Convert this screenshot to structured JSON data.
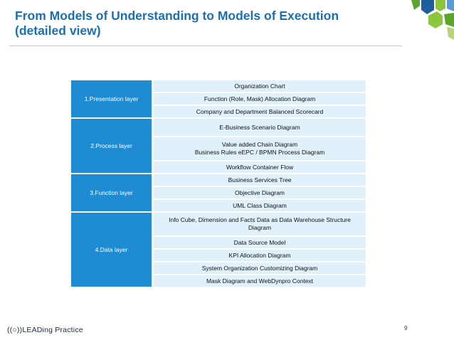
{
  "slide": {
    "title_line1": "From Models of Understanding to Models of Execution",
    "title_line2": "(detailed view)",
    "page_number": "9",
    "logo_text": "((○))LEADing Practice"
  },
  "layers": [
    {
      "label": "1.Presentation layer",
      "items": [
        [
          "Organization Chart"
        ],
        [
          "Function (Role, Mask) Allocation Diagram"
        ],
        [
          "Company and Department Balanced Scorecard"
        ]
      ]
    },
    {
      "label": "2.Process layer",
      "items": [
        [
          "E-Business Scenario Diagram"
        ],
        [
          "Value added Chain Diagram",
          "Business Rules eEPC / BPMN Process Diagram"
        ],
        [
          "Workflow Container Flow"
        ]
      ]
    },
    {
      "label": "3.Function layer",
      "items": [
        [
          "Business Services Tree"
        ],
        [
          "Objective Diagram"
        ],
        [
          "UML Class Diagram"
        ]
      ]
    },
    {
      "label": "4.Data layer",
      "items": [
        [
          "Info Cube, Dimension and Facts Data as Data Warehouse Structure",
          "Diagram"
        ],
        [
          "Data Source Model"
        ],
        [
          "KPI Allocation Diagram"
        ],
        [
          "System Organization Customizing Diagram"
        ],
        [
          "Mask Diagram and WebDynpro Context"
        ]
      ]
    }
  ],
  "colors": {
    "title": "#1a6fb5",
    "layer_label_bg": "#1e8bd2",
    "item_bg": "#e1f1fb",
    "corner_greens": [
      "#5aa62c",
      "#8cc63f",
      "#b5d77a"
    ],
    "corner_blues": [
      "#1f5e9a",
      "#5b9bd5"
    ]
  },
  "icons": [
    "corner-decoration-icon"
  ]
}
